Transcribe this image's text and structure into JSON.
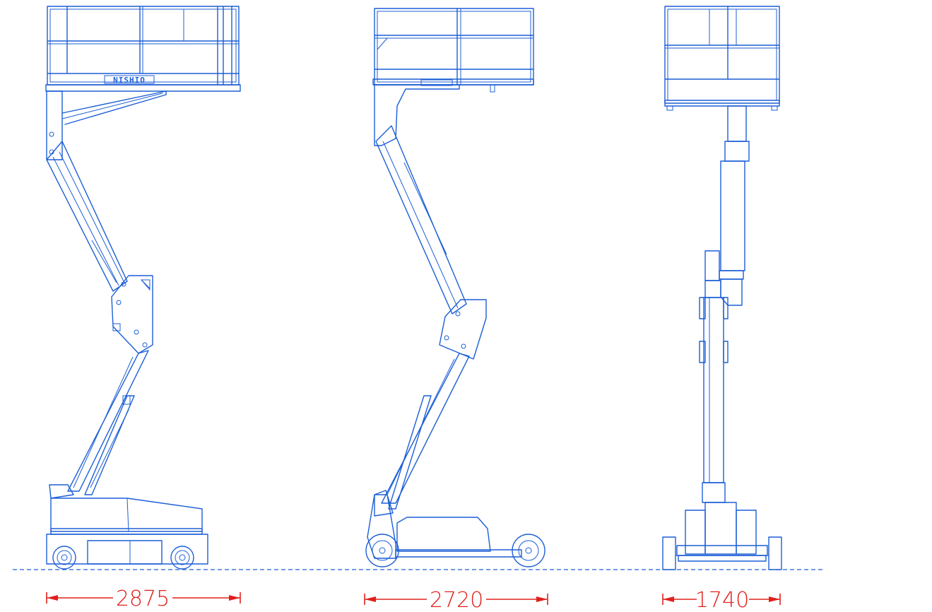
{
  "colors": {
    "drawing": "#1c5fd6",
    "dimension": "#e0201c",
    "background": "#ffffff"
  },
  "views": [
    {
      "name": "side-view-left",
      "dimension_label": "2875",
      "brand_text": "NISHIO"
    },
    {
      "name": "side-view-right",
      "dimension_label": "2720"
    },
    {
      "name": "front-view",
      "dimension_label": "1740"
    }
  ]
}
